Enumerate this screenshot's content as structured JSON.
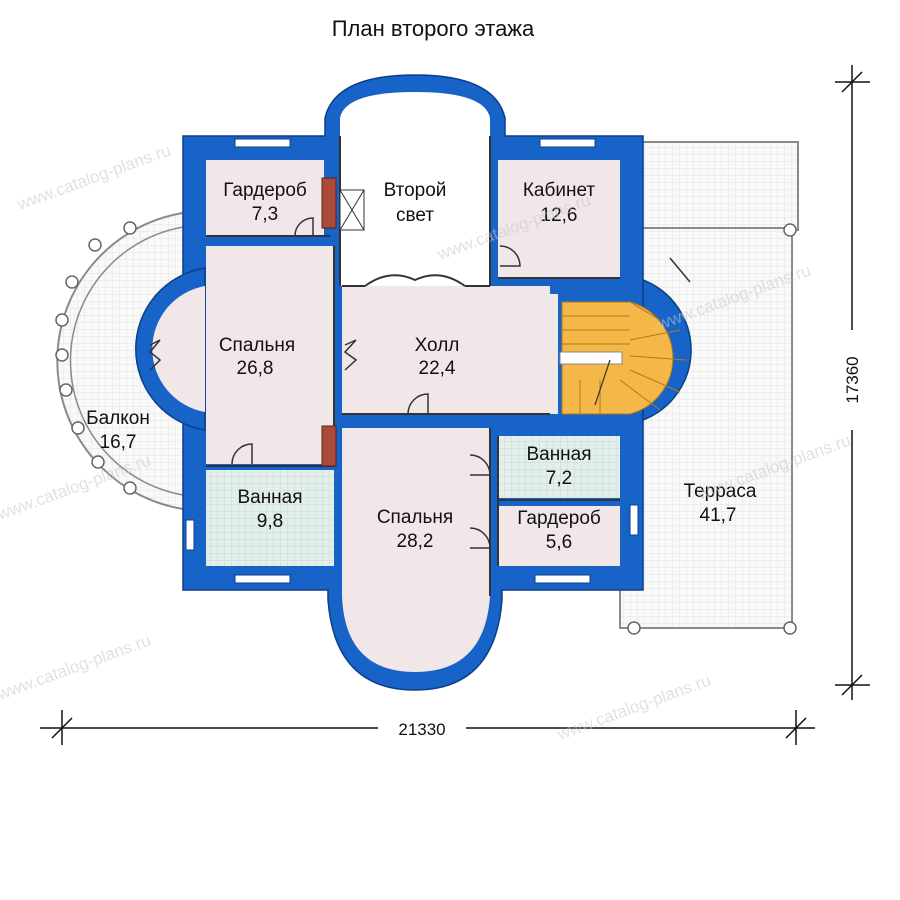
{
  "title": "План второго этажа",
  "rooms": [
    {
      "key": "garderob1",
      "name": "Гардероб",
      "area": "7,3"
    },
    {
      "key": "second_light",
      "name": "Второй",
      "name2": "свет"
    },
    {
      "key": "cabinet",
      "name": "Кабинет",
      "area": "12,6"
    },
    {
      "key": "bedroom1",
      "name": "Спальня",
      "area": "26,8"
    },
    {
      "key": "hall",
      "name": "Холл",
      "area": "22,4"
    },
    {
      "key": "balcony",
      "name": "Балкон",
      "area": "16,7"
    },
    {
      "key": "bath1",
      "name": "Ванная",
      "area": "9,8"
    },
    {
      "key": "bedroom2",
      "name": "Спальня",
      "area": "28,2"
    },
    {
      "key": "bath2",
      "name": "Ванная",
      "area": "7,2"
    },
    {
      "key": "garderob2",
      "name": "Гардероб",
      "area": "5,6"
    },
    {
      "key": "terrace",
      "name": "Терраса",
      "area": "41,7"
    }
  ],
  "dimensions": {
    "width": "21330",
    "height": "17360"
  },
  "watermark": "www.catalog-plans.ru",
  "colors": {
    "wall": "#1763c8",
    "wall_dark": "#0a3f8a",
    "floor": "#f1e6e8",
    "bath": "#dfeeea",
    "stair": "#f4b748",
    "grid": "#e6e6e6"
  }
}
